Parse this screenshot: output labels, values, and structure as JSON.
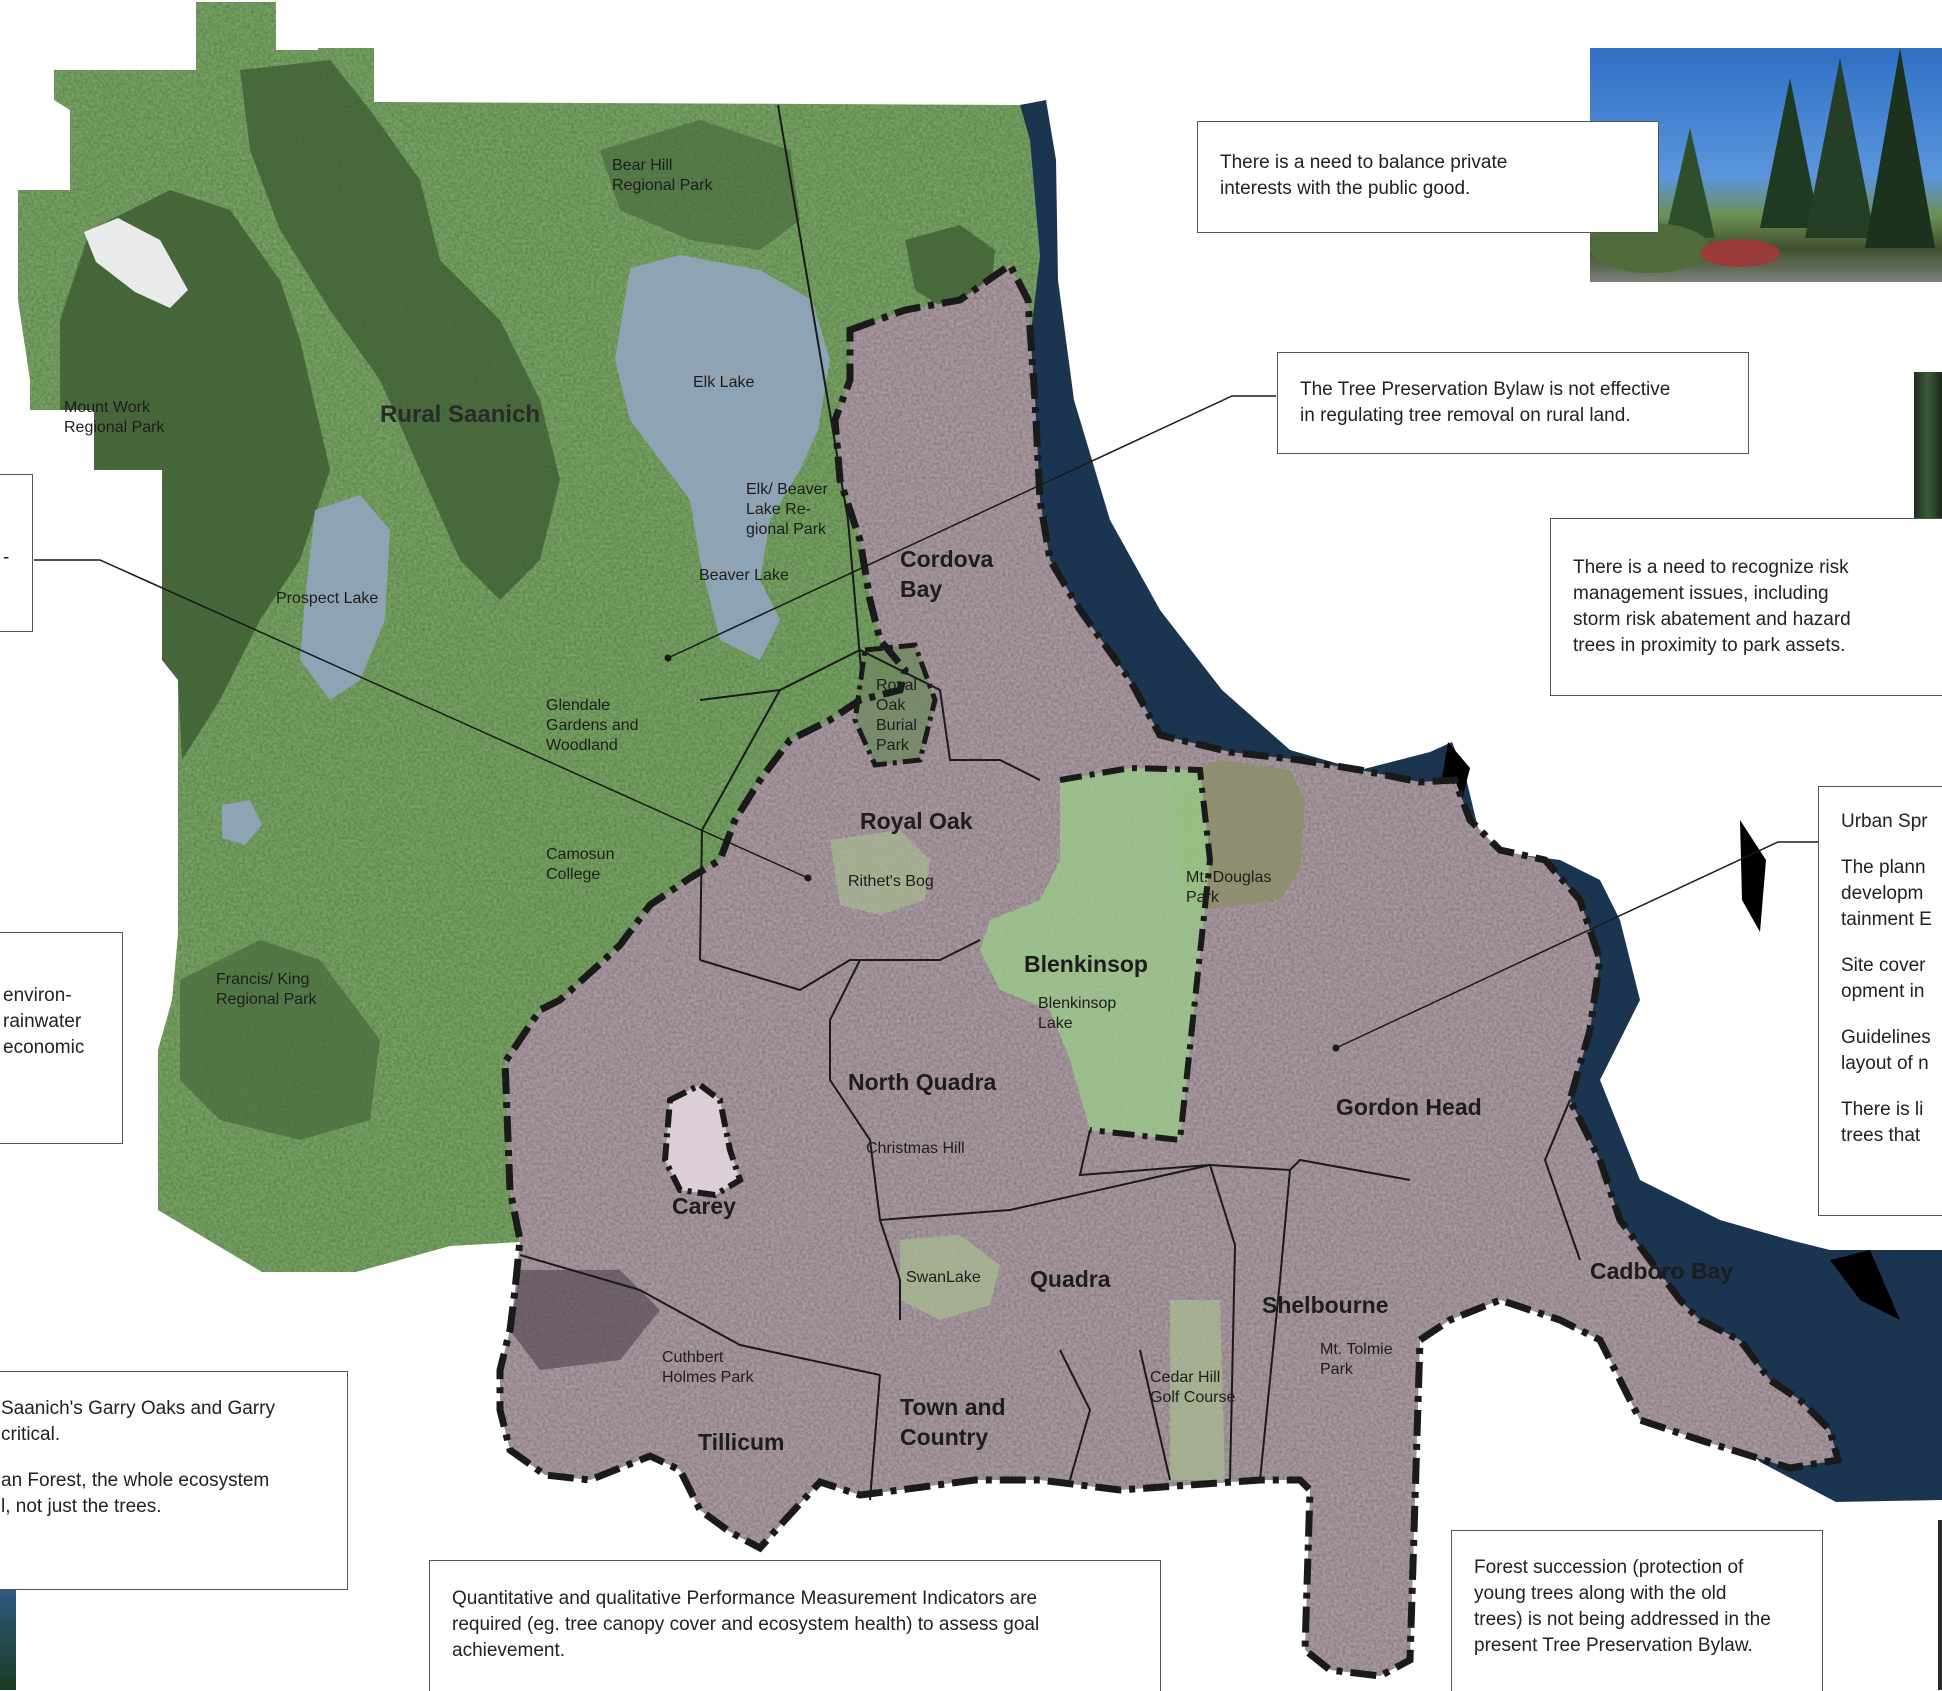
{
  "map": {
    "labels": {
      "bear_hill": [
        "Bear Hill",
        "Regional Park"
      ],
      "mount_work": [
        "Mount Work",
        "Regional Park"
      ],
      "rural_saanich": "Rural Saanich",
      "elk_lake": "Elk Lake",
      "elk_beaver_park": [
        "Elk/ Beaver",
        "Lake Re-",
        "gional Park"
      ],
      "beaver_lake": "Beaver Lake",
      "prospect_lake": "Prospect Lake",
      "cordova_bay": [
        "Cordova",
        "Bay"
      ],
      "royal_oak_burial": [
        "Royal",
        "Oak",
        "Burial",
        "Park"
      ],
      "glendale": [
        "Glendale",
        "Gardens and",
        "Woodland"
      ],
      "royal_oak": "Royal Oak",
      "rithets_bog": "Rithet's Bog",
      "camosun": [
        "Camosun",
        "College"
      ],
      "mt_douglas": [
        "Mt. Douglas",
        "Park"
      ],
      "blenkinsop": "Blenkinsop",
      "blenkinsop_lake": [
        "Blenkinsop",
        "Lake"
      ],
      "francis_king": [
        "Francis/ King",
        "Regional Park"
      ],
      "north_quadra": "North Quadra",
      "christmas_hill": "Christmas Hill",
      "gordon_head": "Gordon Head",
      "carey": "Carey",
      "swan_lake": "SwanLake",
      "quadra": "Quadra",
      "shelbourne": "Shelbourne",
      "cadboro_bay": "Cadboro Bay",
      "mt_tolmie": [
        "Mt. Tolmie",
        "Park"
      ],
      "cuthbert_holmes": [
        "Cuthbert",
        "Holmes Park"
      ],
      "cedar_hill": [
        "Cedar Hill",
        "Golf Course"
      ],
      "town_country": [
        "Town and",
        "Country"
      ],
      "tillicum": "Tillicum"
    }
  },
  "callouts": {
    "balance": [
      "There is a need to balance private",
      "interests with the public good."
    ],
    "bylaw_rural": [
      "The Tree Preservation Bylaw is not effective",
      "in regulating tree removal on rural land."
    ],
    "risk": [
      "There is a need to recognize risk",
      "management issues, including",
      "storm risk abatement and hazard",
      "trees in proximity to park assets."
    ],
    "urban_sprawl": {
      "p1": "Urban Spr",
      "p2": [
        "The plann",
        "developm",
        "tainment E"
      ],
      "p3": [
        "Site cover",
        "opment in"
      ],
      "p4": [
        "Guidelines",
        "layout of n"
      ],
      "p5": [
        "There is li",
        "trees that"
      ]
    },
    "left_partial": "-",
    "environmental": [
      "environ-",
      "rainwater",
      "economic"
    ],
    "garry_oak": {
      "p1": [
        "Saanich's Garry Oaks and Garry",
        "critical."
      ],
      "p2": [
        "an Forest, the whole ecosystem",
        "l, not just the trees."
      ]
    },
    "indicators": [
      "Quantitative and qualitative Performance Measurement Indicators are",
      "required (eg. tree canopy cover and ecosystem health) to assess goal",
      "achievement."
    ],
    "succession": [
      "Forest succession (protection of",
      "young trees along with the old",
      "trees) is not being addressed in the",
      "present Tree Preservation Bylaw."
    ]
  },
  "colors": {
    "forest": "#3f5e35",
    "rural_green": "#93c27e",
    "urban": "#b6a4ad",
    "water": "#8ea3b3",
    "ocean": "#1b3550",
    "boundary": "#1a1a1a"
  }
}
